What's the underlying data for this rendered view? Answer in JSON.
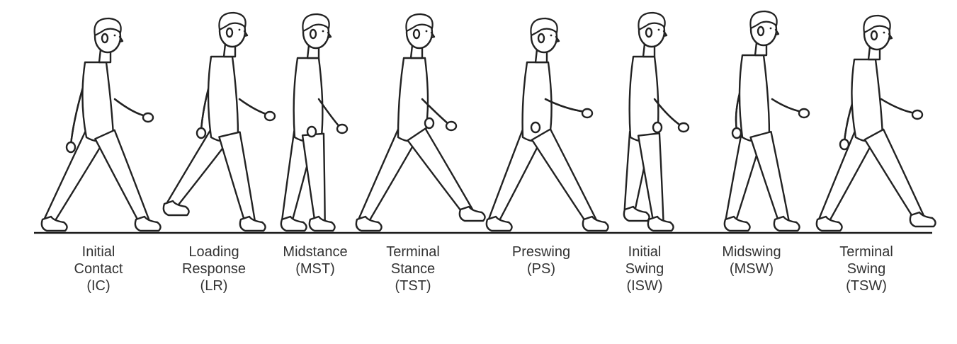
{
  "phases": [
    {
      "lines": [
        "Initial",
        "Contact",
        "(IC)"
      ]
    },
    {
      "lines": [
        "Loading",
        "Response",
        "(LR)"
      ]
    },
    {
      "lines": [
        "Midstance",
        "(MST)"
      ]
    },
    {
      "lines": [
        "Terminal",
        "Stance",
        "(TST)"
      ]
    },
    {
      "lines": [
        "Preswing",
        "(PS)"
      ]
    },
    {
      "lines": [
        "Initial",
        "Swing",
        "(ISW)"
      ]
    },
    {
      "lines": [
        "Midswing",
        "(MSW)"
      ]
    },
    {
      "lines": [
        "Terminal",
        "Swing",
        "(TSW)"
      ]
    }
  ]
}
